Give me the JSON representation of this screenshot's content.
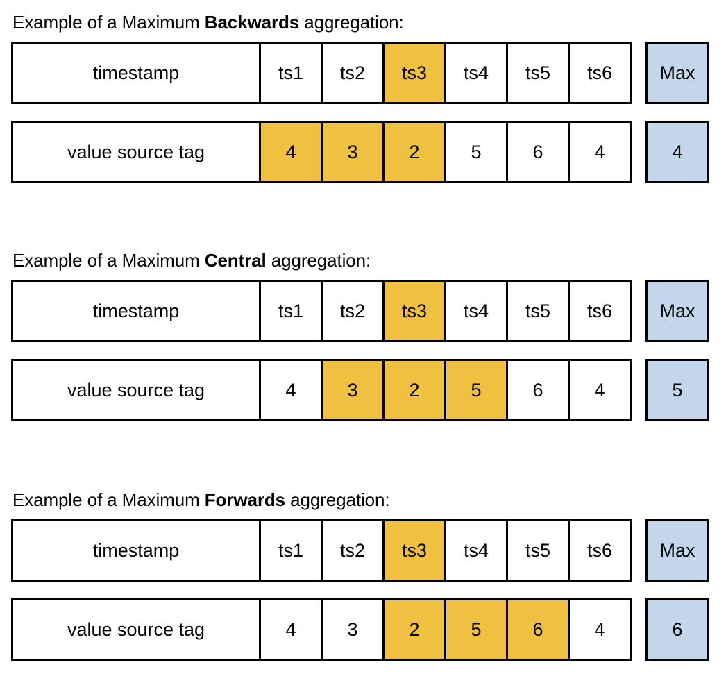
{
  "colors": {
    "highlight_orange": "#F0C141",
    "max_blue": "#C3D6EC",
    "border_black": "#000000",
    "background_white": "#FFFFFF"
  },
  "sections": [
    {
      "title_prefix": "Example of a Maximum ",
      "title_emphasis": "Backwards",
      "title_suffix": " aggregation:",
      "timestamp_row": {
        "label": "timestamp",
        "cells": [
          "ts1",
          "ts2",
          "ts3",
          "ts4",
          "ts5",
          "ts6"
        ],
        "highlighted": [
          false,
          false,
          true,
          false,
          false,
          false
        ],
        "max_label": "Max"
      },
      "value_row": {
        "label": "value source tag",
        "cells": [
          "4",
          "3",
          "2",
          "5",
          "6",
          "4"
        ],
        "highlighted": [
          true,
          true,
          true,
          false,
          false,
          false
        ],
        "max_label": "4"
      }
    },
    {
      "title_prefix": "Example of a Maximum ",
      "title_emphasis": "Central",
      "title_suffix": " aggregation:",
      "timestamp_row": {
        "label": "timestamp",
        "cells": [
          "ts1",
          "ts2",
          "ts3",
          "ts4",
          "ts5",
          "ts6"
        ],
        "highlighted": [
          false,
          false,
          true,
          false,
          false,
          false
        ],
        "max_label": "Max"
      },
      "value_row": {
        "label": "value source tag",
        "cells": [
          "4",
          "3",
          "2",
          "5",
          "6",
          "4"
        ],
        "highlighted": [
          false,
          true,
          true,
          true,
          false,
          false
        ],
        "max_label": "5"
      }
    },
    {
      "title_prefix": "Example of a Maximum ",
      "title_emphasis": "Forwards",
      "title_suffix": " aggregation:",
      "timestamp_row": {
        "label": "timestamp",
        "cells": [
          "ts1",
          "ts2",
          "ts3",
          "ts4",
          "ts5",
          "ts6"
        ],
        "highlighted": [
          false,
          false,
          true,
          false,
          false,
          false
        ],
        "max_label": "Max"
      },
      "value_row": {
        "label": "value source tag",
        "cells": [
          "4",
          "3",
          "2",
          "5",
          "6",
          "4"
        ],
        "highlighted": [
          false,
          false,
          true,
          true,
          true,
          false
        ],
        "max_label": "6"
      }
    }
  ]
}
